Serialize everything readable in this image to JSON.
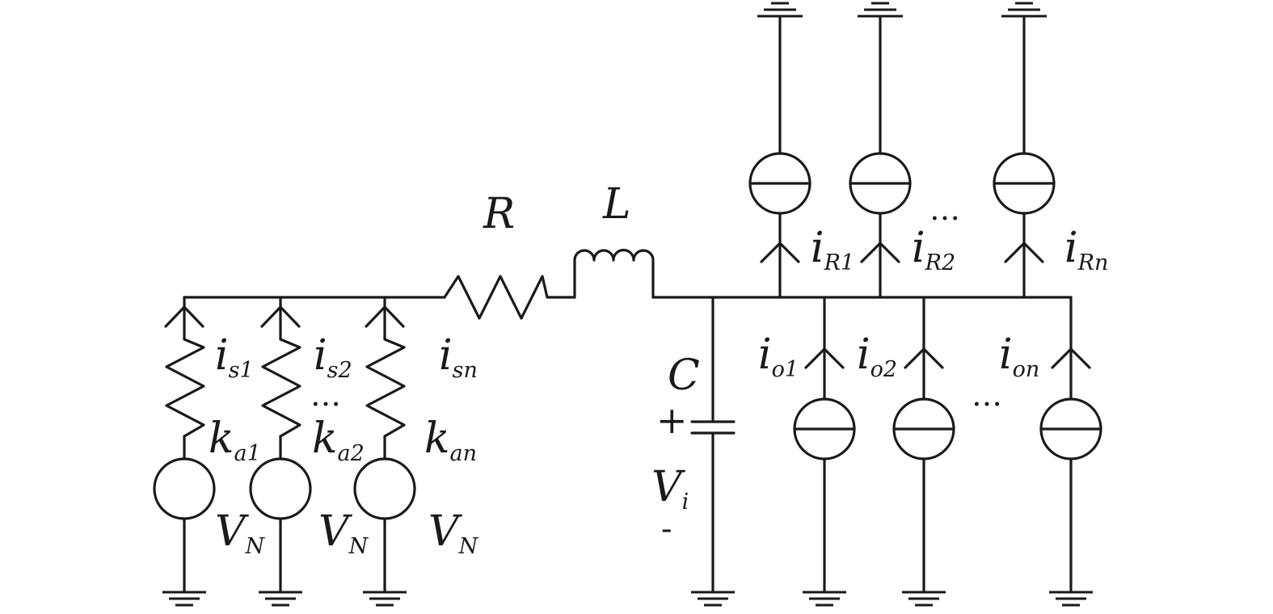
{
  "labels": {
    "resistor": "R",
    "inductor": "L",
    "capacitor": "C",
    "capacitor_voltage": "V",
    "capacitor_voltage_sub": "i",
    "plus": "+",
    "minus": "-",
    "ellipsis": "…"
  },
  "sources": [
    {
      "current": "i",
      "current_sub": "s1",
      "gain": "k",
      "gain_sub": "a1",
      "voltage": "V",
      "voltage_sub": "N"
    },
    {
      "current": "i",
      "current_sub": "s2",
      "gain": "k",
      "gain_sub": "a2",
      "voltage": "V",
      "voltage_sub": "N"
    },
    {
      "current": "i",
      "current_sub": "sn",
      "gain": "k",
      "gain_sub": "an",
      "voltage": "V",
      "voltage_sub": "N"
    }
  ],
  "upper_loads": [
    {
      "current": "i",
      "current_sub": "R1"
    },
    {
      "current": "i",
      "current_sub": "R2"
    },
    {
      "current": "i",
      "current_sub": "Rn"
    }
  ],
  "lower_loads": [
    {
      "current": "i",
      "current_sub": "o1"
    },
    {
      "current": "i",
      "current_sub": "o2"
    },
    {
      "current": "i",
      "current_sub": "on"
    }
  ]
}
